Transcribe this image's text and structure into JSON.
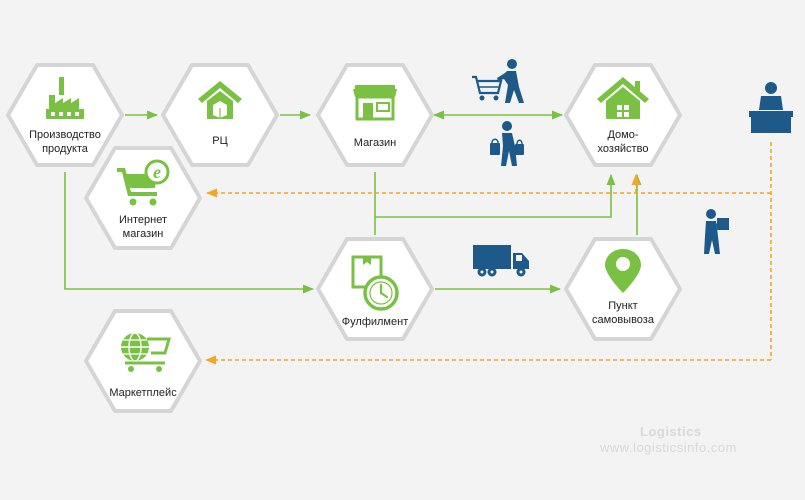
{
  "diagram": {
    "nodes": {
      "production": {
        "line1": "Производство",
        "line2": "продукта",
        "icon": "factory-icon"
      },
      "rc": {
        "line1": "РЦ",
        "icon": "warehouse-icon"
      },
      "store": {
        "line1": "Магазин",
        "icon": "shop-icon"
      },
      "household": {
        "line1": "Домо-",
        "line2": "хозяйство",
        "icon": "house-icon"
      },
      "eshop": {
        "line1": "Интернет",
        "line2": "магазин",
        "icon": "e-cart-icon"
      },
      "fulfillment": {
        "line1": "Фулфилмент",
        "icon": "box-clock-icon"
      },
      "pickup": {
        "line1": "Пункт",
        "line2": "самовывоза",
        "icon": "location-pin-icon"
      },
      "marketplace": {
        "line1": "Маркетплейс",
        "icon": "globe-cart-icon"
      }
    },
    "icons": [
      "person-with-cart-icon",
      "person-with-bags-icon",
      "delivery-truck-icon",
      "courier-with-box-icon",
      "person-at-desk-icon"
    ],
    "colors": {
      "green": "#7ac143",
      "orange": "#f5a623",
      "hex_border": "#d5d5d5",
      "hex_fill": "#ffffff",
      "navy": "#1d5a8a"
    }
  },
  "watermark": {
    "line1": "Logistics",
    "line2": "www.logisticsinfo.com"
  }
}
